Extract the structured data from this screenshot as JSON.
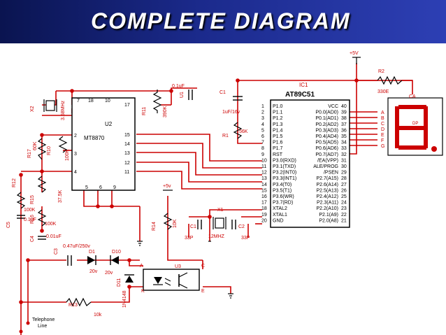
{
  "title": "COMPLETE DIAGRAM",
  "colors": {
    "wire": "#cc0000",
    "ink": "#000000",
    "banner": "#1b2a8c",
    "title_text": "#ffffff"
  },
  "components": {
    "x2_ref": "X2",
    "x2_value": "3.58MHz",
    "u2_ref": "U2",
    "u2_part": "MT8870",
    "u2_pins_top": [
      "7",
      "18",
      "10"
    ],
    "u2_pins_left": [
      "2",
      "3",
      "4"
    ],
    "u2_pins_bottom": [
      "5",
      "6",
      "9"
    ],
    "u2_pins_right": [
      "17",
      "15",
      "14",
      "13",
      "12",
      "11"
    ],
    "r11_ref": "R11",
    "r11_value": "390K",
    "u1_ref": "U1",
    "u1_value": "0.1uF",
    "c1_ref": "C1",
    "c1_value": "1uF/16v",
    "r1_ref": "R1",
    "r1_value": "56K",
    "ic1_ref": "IC1",
    "ic1_part": "AT89C51",
    "ic1_left_pins": [
      "1",
      "2",
      "3",
      "4",
      "5",
      "6",
      "7",
      "8",
      "9",
      "10",
      "11",
      "12",
      "13",
      "14",
      "15",
      "16",
      "17",
      "18",
      "19",
      "20"
    ],
    "ic1_left_labels": [
      "P1.0",
      "P1.1",
      "P1.2",
      "P1.3",
      "P1.4",
      "P1.5",
      "P1.6",
      "P1.7",
      "RST",
      "P3.0(RXD)",
      "P3.1(TXD)",
      "P3.2(INT0)",
      "P3.3(INT1)",
      "P3.4(T0)",
      "P3.5(T1)",
      "P3.6(WR)",
      "P3.7(RD)",
      "XTAL2",
      "XTAL1",
      "GND"
    ],
    "ic1_right_labels": [
      "VCC",
      "P0.0(AD0)",
      "P0.1(AD1)",
      "P0.2(AD2)",
      "P0.3(AD3)",
      "P0.4(AD4)",
      "P0.5(AD5)",
      "P0.6(AD6)",
      "P0.7(AD7)",
      "/EA(VPP)",
      "ALE/PROG",
      "/PSEN",
      "P2.7(A15)",
      "P2.6(A14)",
      "P2.5(A13)",
      "P2.4(A12)",
      "P2.3(A11)",
      "P2.2(A10)",
      "P2.1(A9)",
      "P2.0(A8)"
    ],
    "ic1_right_pins": [
      "40",
      "39",
      "38",
      "37",
      "36",
      "35",
      "34",
      "33",
      "32",
      "31",
      "30",
      "29",
      "28",
      "27",
      "26",
      "25",
      "24",
      "23",
      "22",
      "21"
    ],
    "vcc_label": "+5V",
    "r2_ref": "R2",
    "r2_value": "330E",
    "display_ref": "CA",
    "display_dp": "DP",
    "segments": [
      "A",
      "B",
      "C",
      "D",
      "E",
      "F",
      "G"
    ],
    "r17_ref": "R17",
    "r17_value": "60K",
    "r10_ref": "R10",
    "r10_value": "100K",
    "r12_ref": "R12",
    "r15_ref": "R15",
    "r15_value": "37.5K",
    "r16_ref": "R16",
    "r16_value": "100K",
    "r_100k_left": "100K",
    "c5_ref": "C5",
    "c5_value": "0.1uF",
    "c4_ref": "C4",
    "c4_value": "0.01uF",
    "c3_ref": "C3",
    "c3_value": "0.47uF/250v",
    "d1_ref": "D1",
    "d1_value": "20v",
    "d10_ref": "D10",
    "d10_value": "20v",
    "d11_ref": "D11",
    "d11_part": "1N4148",
    "r13_ref": "R13",
    "r13_value": "10k",
    "u3_ref": "U3",
    "u3_pins": [
      "A",
      "C",
      "K",
      "E"
    ],
    "r14_ref": "R14",
    "r14_value": "10K",
    "vcc2_label": "+5v",
    "x1_ref": "X1",
    "x1_value": "12MHZ",
    "c1b_ref": "C1",
    "c1b_value": "33P",
    "c2_ref": "C2",
    "c2_value": "33P",
    "telephone_label": [
      "Telephone",
      "Line"
    ]
  }
}
